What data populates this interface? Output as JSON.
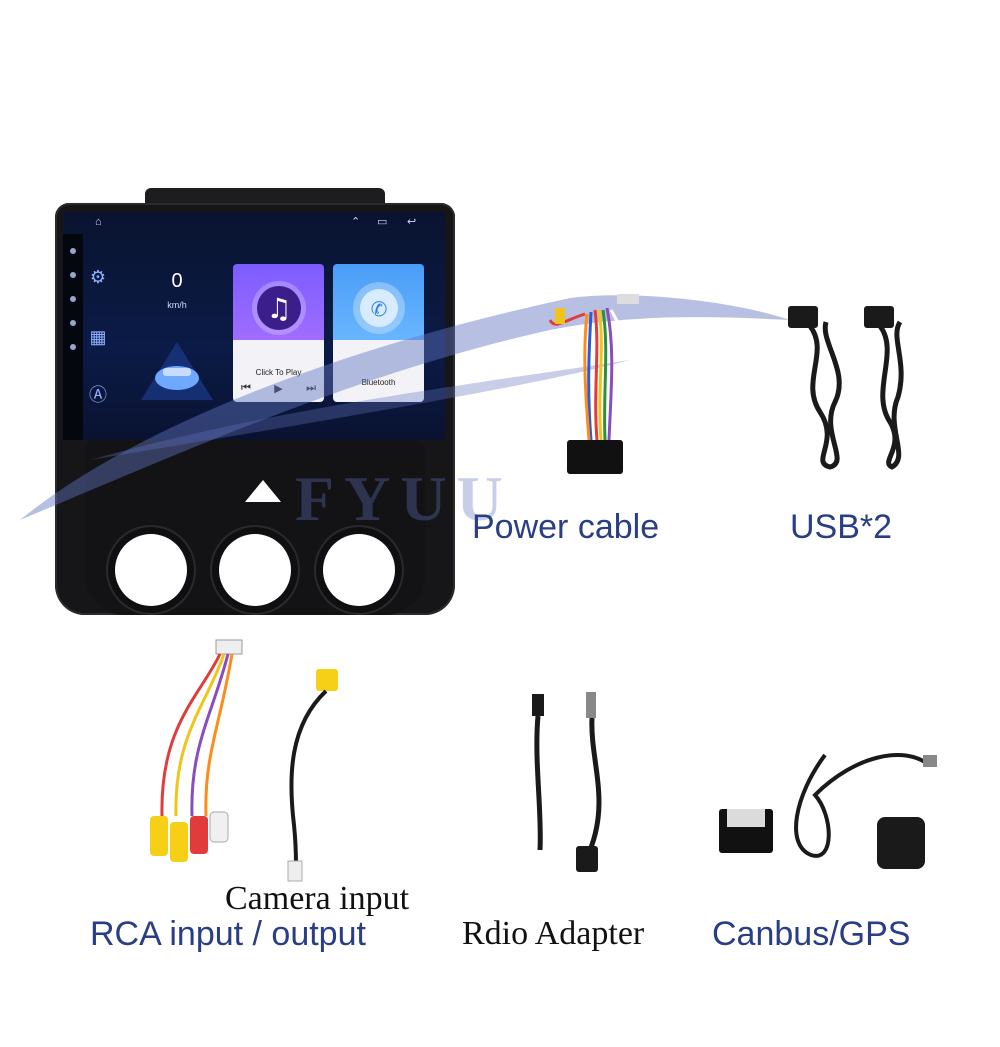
{
  "screen": {
    "speed_value": "0",
    "speed_unit": "km/h",
    "music_card_label": "Click To Play",
    "bluetooth_card_label": "Bluetooth"
  },
  "watermark": {
    "text": "FYUU"
  },
  "labels": {
    "power_cable": "Power cable",
    "usb": "USB*2",
    "camera_input": "Camera input",
    "rca": "RCA input / output",
    "radio_adapter": "Rdio Adapter",
    "canbus_gps": "Canbus/GPS"
  },
  "colors": {
    "label_blue": "#2a3e85",
    "watermark": "#6074be",
    "screen_bg": "#0b1b47",
    "music_card": "#7c5cff",
    "bluetooth_card": "#4a9df7"
  }
}
